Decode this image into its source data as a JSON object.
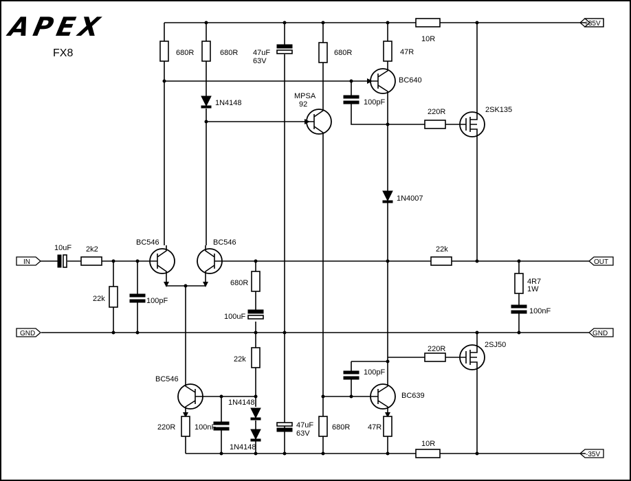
{
  "logo": "APEX",
  "model": "FX8",
  "ports": {
    "in": "IN",
    "gnd_left": "GND",
    "out": "OUT",
    "gnd_right": "GND",
    "vpos": "+35V",
    "vneg": "-35V"
  },
  "components": {
    "c_in": "10uF",
    "r_in": "2k2",
    "r_in_gnd": "22k",
    "c_in_gnd": "100pF",
    "q1": "BC546",
    "q2": "BC546",
    "q3": "BC546",
    "r_top1": "680R",
    "r_top2": "680R",
    "d_top": "1N4148",
    "c_sup_top": [
      "47uF",
      "63V"
    ],
    "r_top3": "680R",
    "q_mpsa": [
      "MPSA",
      "92"
    ],
    "r_47_top": "47R",
    "q_bc640": "BC640",
    "c_100p_top": "100pF",
    "r_220_top": "220R",
    "q_2sk135": "2SK135",
    "r_10_top": "10R",
    "d_1n4007": "1N4007",
    "r_fb": "22k",
    "r_fb_680": "680R",
    "c_fb": "100uF",
    "r_zobel": [
      "4R7",
      "1W"
    ],
    "c_zobel": "100nF",
    "r_bias": "22k",
    "d_bot1": "1N4148",
    "d_bot2": "1N4148",
    "r_220_q3": "220R",
    "c_100n_q3": "100nF",
    "c_sup_bot": [
      "47uF",
      "63V"
    ],
    "r_bot_680": "680R",
    "c_100p_bot": "100pF",
    "q_bc639": "BC639",
    "r_47_bot": "47R",
    "r_220_bot": "220R",
    "q_2sj50": "2SJ50",
    "r_10_bot": "10R"
  }
}
